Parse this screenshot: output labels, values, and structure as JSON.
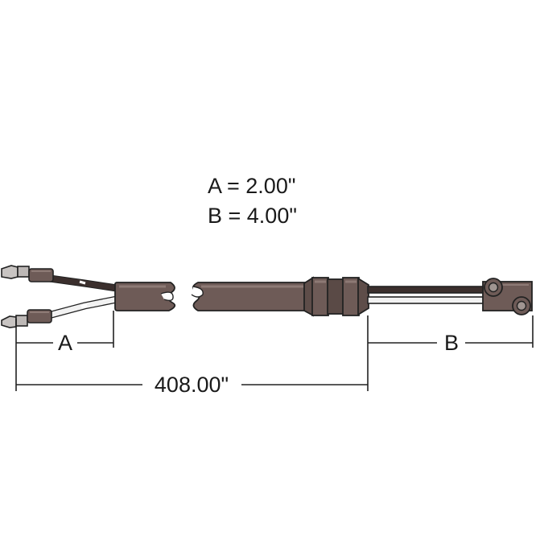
{
  "specs": {
    "a": "A = 2.00\"",
    "b": "B = 4.00\""
  },
  "dimensions": {
    "a_label": "A",
    "b_label": "B",
    "overall_label": "408.00\""
  },
  "colors": {
    "cable": "#6e5b57",
    "cable_shadow": "#4a3b38",
    "cable_highlight": "#8d7a75",
    "wire_dark": "#3b2f2d",
    "wire_light": "#f2f2f2",
    "terminal": "#b7b3b1",
    "line": "#222222"
  }
}
